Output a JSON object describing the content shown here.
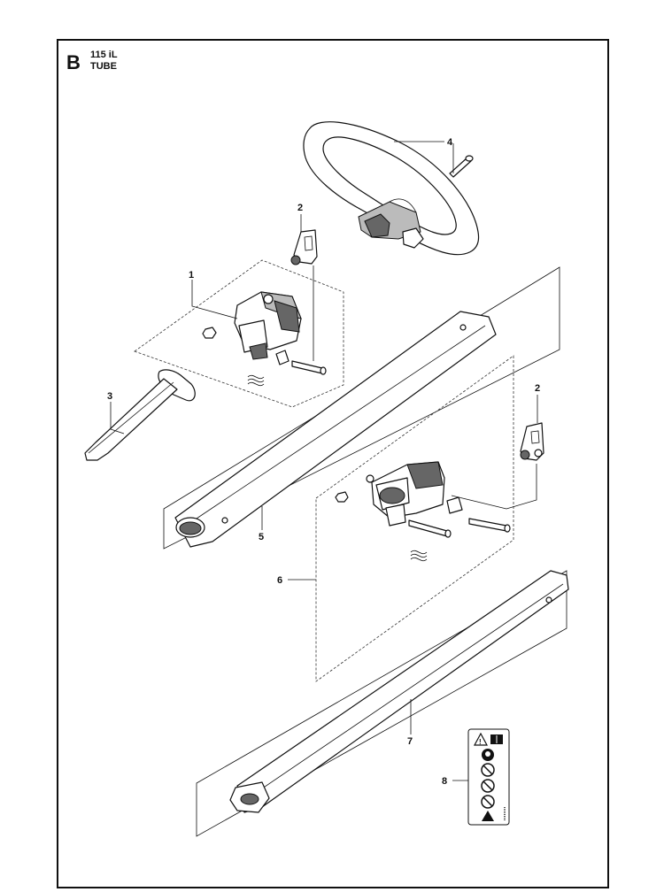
{
  "header": {
    "section_letter": "B",
    "model": "115 iL",
    "title": "TUBE"
  },
  "callouts": [
    {
      "id": "c1",
      "number": "1"
    },
    {
      "id": "c2a",
      "number": "2"
    },
    {
      "id": "c2b",
      "number": "2"
    },
    {
      "id": "c3",
      "number": "3"
    },
    {
      "id": "c4",
      "number": "4"
    },
    {
      "id": "c5",
      "number": "5"
    },
    {
      "id": "c6",
      "number": "6"
    },
    {
      "id": "c7",
      "number": "7"
    },
    {
      "id": "c8",
      "number": "8"
    }
  ],
  "decal": {
    "icons": [
      "warning-icon",
      "manual-icon",
      "helmet-icon",
      "no-bystanders-icon",
      "no-blade-icon",
      "no-hand-icon",
      "warning-icon"
    ]
  }
}
